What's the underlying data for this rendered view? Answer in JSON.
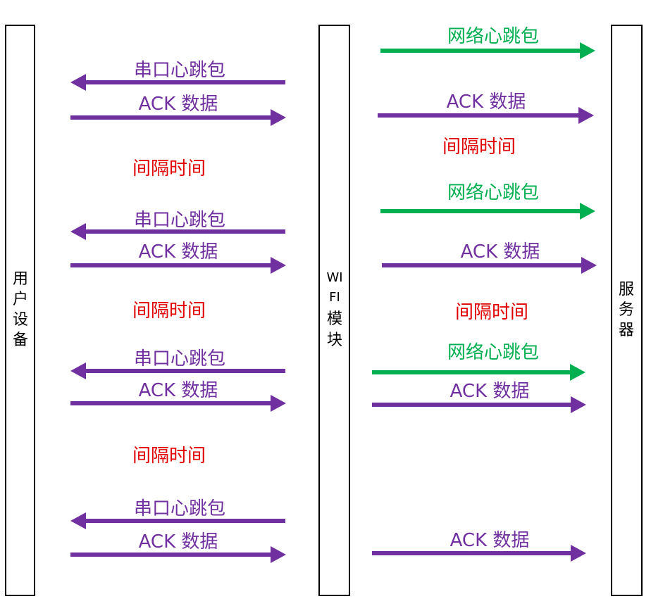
{
  "columns": {
    "user_device": {
      "label": [
        "用",
        "户",
        "设",
        "备"
      ]
    },
    "wifi_module": {
      "label": [
        "WI",
        "FI",
        "模",
        "块"
      ]
    },
    "server": {
      "label": [
        "服",
        "务",
        "器"
      ]
    }
  },
  "labels": {
    "serial_heartbeat": "串口心跳包",
    "ack_data": "ACK 数据",
    "interval_time": "间隔时间",
    "network_heartbeat": "网络心跳包"
  },
  "colors": {
    "purple": "#7030A0",
    "green": "#00B050",
    "red": "#E00000",
    "black": "#000000"
  }
}
